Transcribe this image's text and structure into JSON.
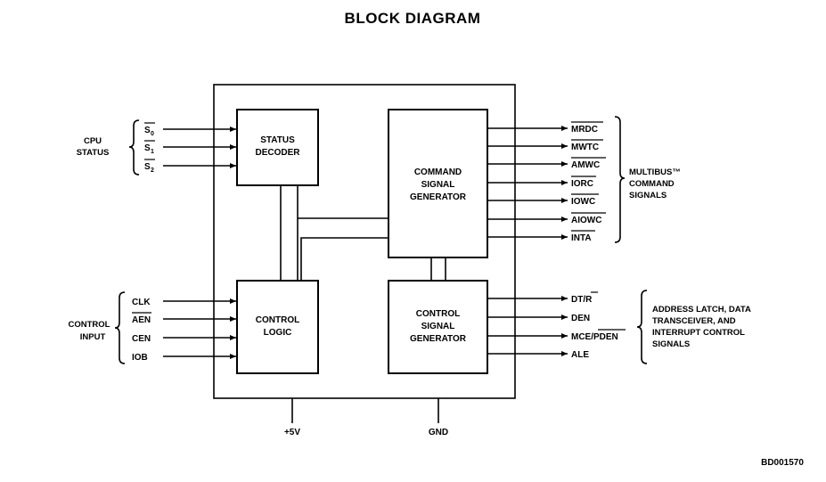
{
  "title": "BLOCK DIAGRAM",
  "blocks": {
    "status_decoder": [
      "STATUS",
      "DECODER"
    ],
    "command_signal_generator": [
      "COMMAND",
      "SIGNAL",
      "GENERATOR"
    ],
    "control_logic": [
      "CONTROL",
      "LOGIC"
    ],
    "control_signal_generator": [
      "CONTROL",
      "SIGNAL",
      "GENERATOR"
    ]
  },
  "groups": {
    "cpu_status": [
      "CPU",
      "STATUS"
    ],
    "control_input": [
      "CONTROL",
      "INPUT"
    ],
    "multibus": [
      "MULTIBUS™",
      "COMMAND",
      "SIGNALS"
    ],
    "address_latch": [
      "ADDRESS LATCH, DATA",
      "TRANSCEIVER, AND",
      "INTERRUPT CONTROL",
      "SIGNALS"
    ]
  },
  "status_inputs": [
    {
      "name": "S",
      "sub": "0",
      "overline": true
    },
    {
      "name": "S",
      "sub": "1",
      "overline": true
    },
    {
      "name": "S",
      "sub": "2",
      "overline": true
    }
  ],
  "control_inputs": [
    {
      "name": "CLK",
      "overline": false
    },
    {
      "name": "AEN",
      "overline": true
    },
    {
      "name": "CEN",
      "overline": false
    },
    {
      "name": "IOB",
      "overline": false
    }
  ],
  "command_outputs": [
    {
      "name": "MRDC",
      "overline": true
    },
    {
      "name": "MWTC",
      "overline": true
    },
    {
      "name": "AMWC",
      "overline": true
    },
    {
      "name": "IORC",
      "overline": true
    },
    {
      "name": "IOWC",
      "overline": true
    },
    {
      "name": "AIOWC",
      "overline": true
    },
    {
      "name": "INTA",
      "overline": true
    }
  ],
  "control_outputs": {
    "dt_r": {
      "name": "DT/",
      "suffix": "R"
    },
    "den": {
      "name": "DEN"
    },
    "mce_pden": {
      "name": "MCE/",
      "suffix": "PDEN"
    },
    "ale": {
      "name": "ALE"
    }
  },
  "power": {
    "vcc": "+5V",
    "gnd": "GND"
  },
  "figure_id": "BD001570"
}
